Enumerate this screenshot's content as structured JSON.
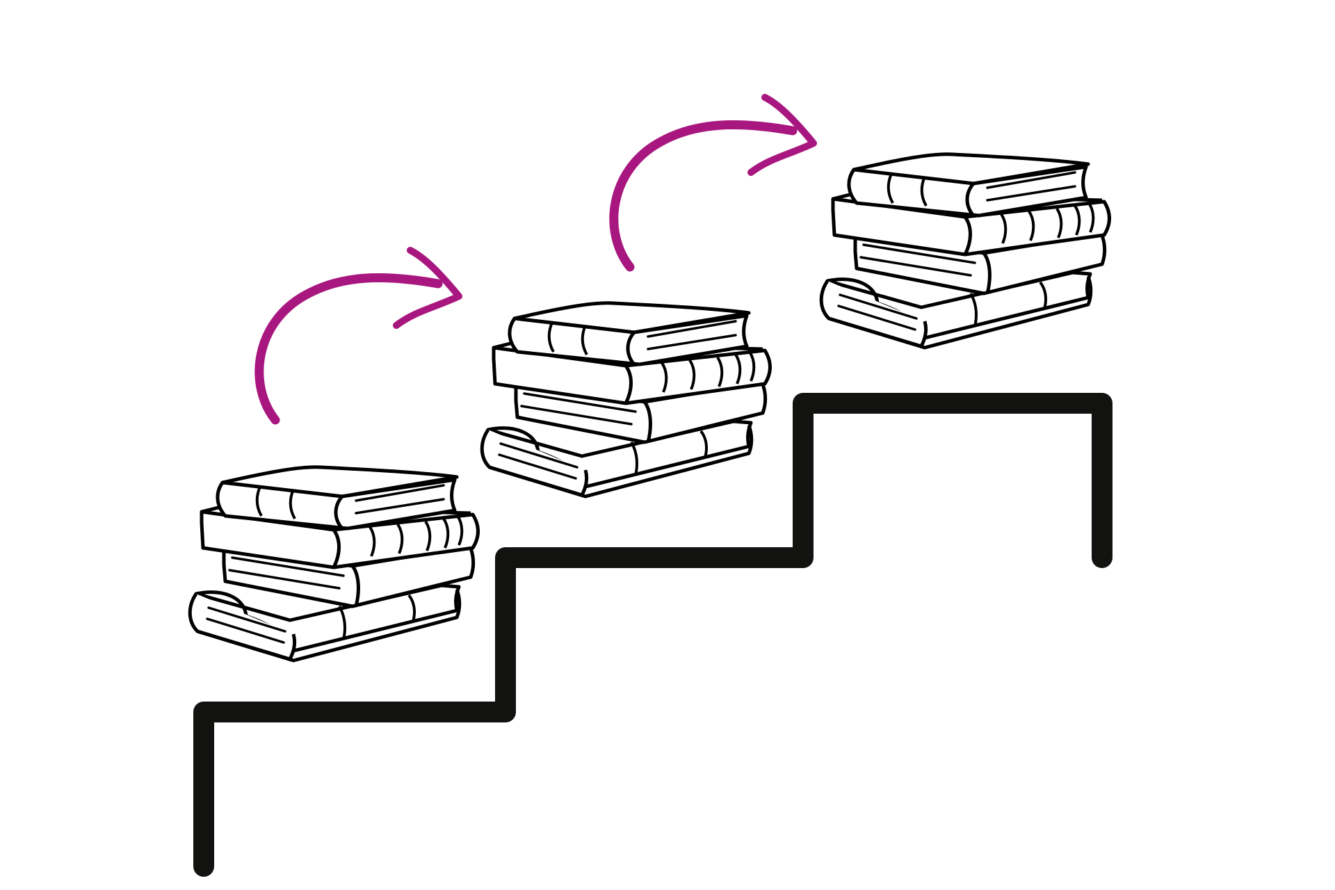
{
  "colors": {
    "background": "#ffffff",
    "stairs": "#121210",
    "book_outline": "#000000",
    "book_fill": "#ffffff",
    "arrow": "#a8177f"
  },
  "scene": {
    "stair_steps": 3,
    "book_stacks": [
      {
        "step": 1,
        "book_count": 4
      },
      {
        "step": 2,
        "book_count": 4
      },
      {
        "step": 3,
        "book_count": 4
      }
    ],
    "arrows": [
      {
        "from_step": 1,
        "to_step": 2,
        "direction": "curved-up-right"
      },
      {
        "from_step": 2,
        "to_step": 3,
        "direction": "curved-up-right"
      }
    ]
  }
}
